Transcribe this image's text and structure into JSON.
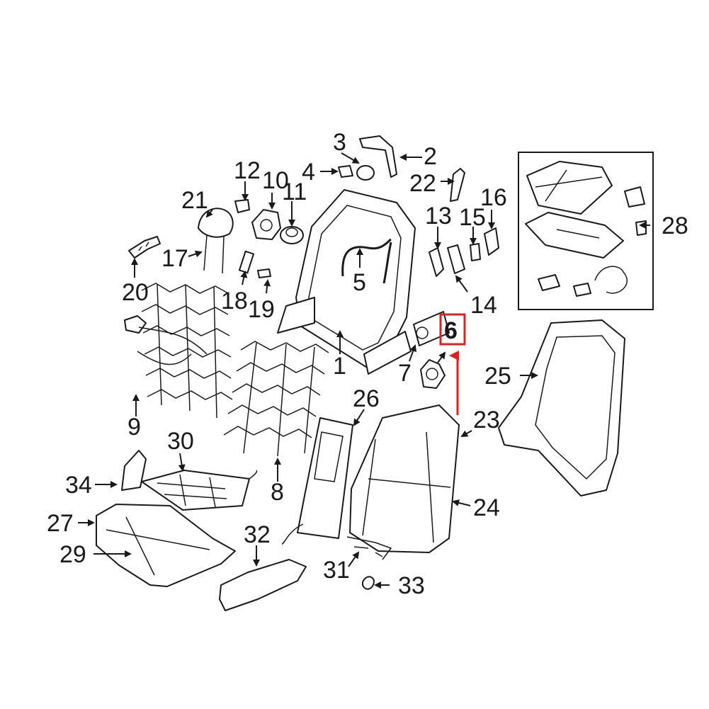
{
  "callouts": {
    "c1": "1",
    "c2": "2",
    "c3": "3",
    "c4": "4",
    "c5": "5",
    "c6": "6",
    "c7": "7",
    "c8": "8",
    "c9": "9",
    "c10": "10",
    "c11": "11",
    "c12": "12",
    "c13": "13",
    "c14": "14",
    "c15": "15",
    "c16": "16",
    "c17": "17",
    "c18": "18",
    "c19": "19",
    "c20": "20",
    "c21": "21",
    "c22": "22",
    "c23": "23",
    "c24": "24",
    "c25": "25",
    "c26": "26",
    "c27": "27",
    "c28": "28",
    "c29": "29",
    "c30": "30",
    "c31": "31",
    "c32": "32",
    "c33": "33",
    "c34": "34"
  },
  "highlight": {
    "target": "6",
    "color": "#e02020"
  }
}
